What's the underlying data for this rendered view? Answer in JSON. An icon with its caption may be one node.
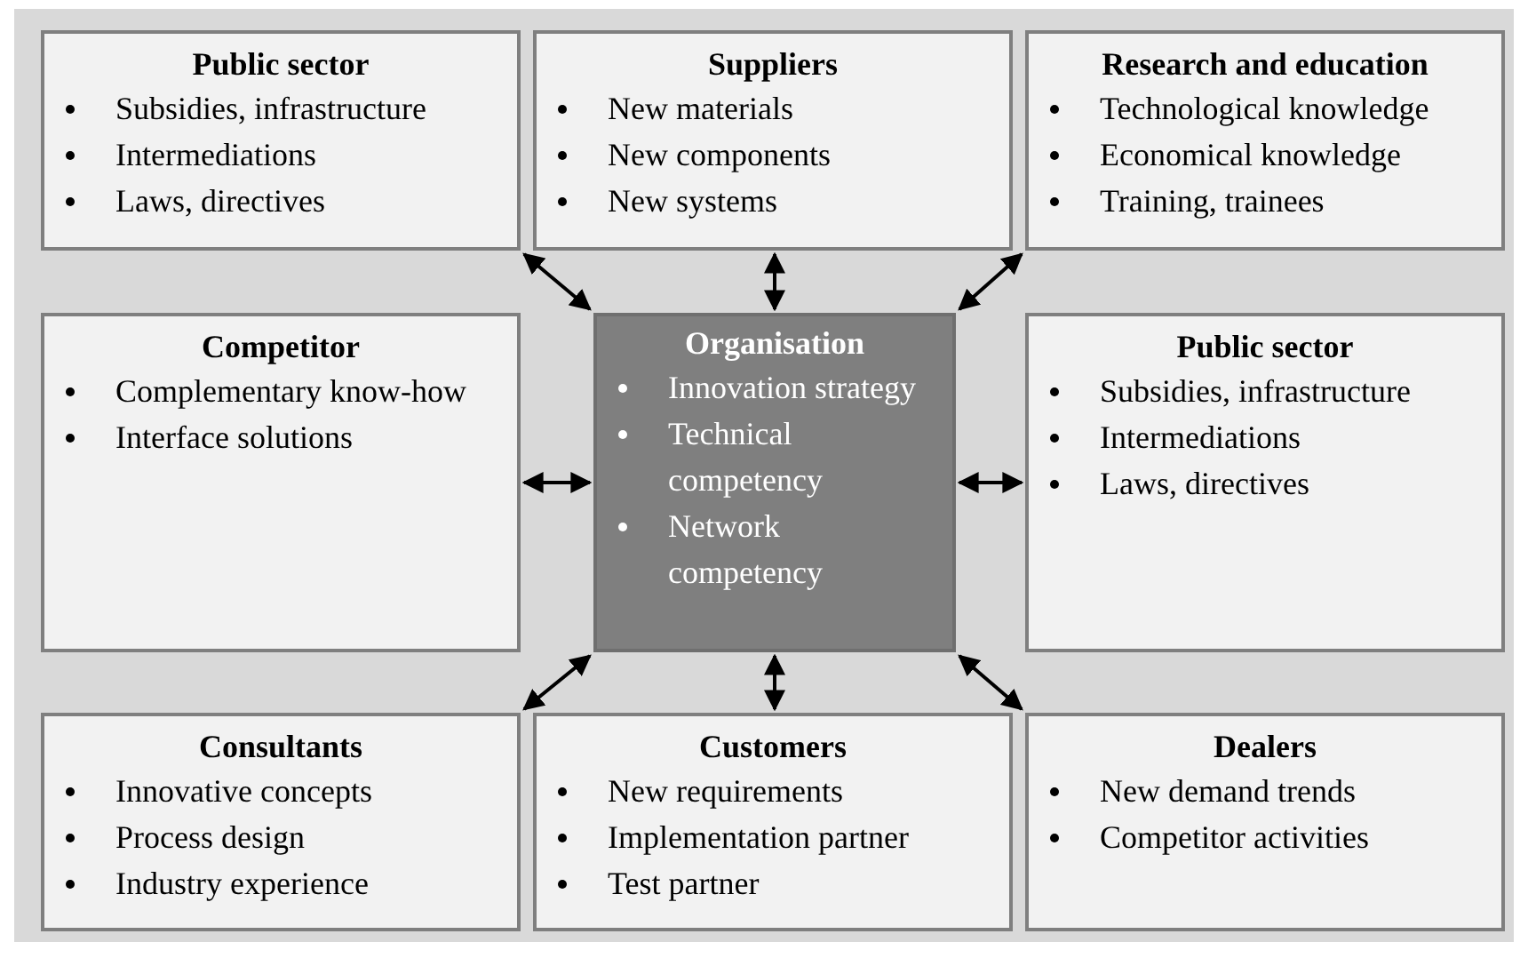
{
  "diagram": {
    "nodes": [
      {
        "text": [
          "Public sector",
          "Subsidies, infrastructure",
          "Intermediations",
          "Laws, directives"
        ]
      },
      {
        "text": [
          "Suppliers",
          "New materials",
          "New components",
          "New systems"
        ]
      },
      {
        "text": [
          "Research and education",
          "Technological knowledge",
          "Economical knowledge",
          "Training, trainees"
        ]
      },
      {
        "text": [
          "Competitor",
          "Complementary know-how",
          "Interface solutions"
        ]
      },
      {
        "text": [
          "Organisation",
          "Innovation strategy",
          "Technical competency",
          "Network competency"
        ]
      },
      {
        "text": [
          "Public sector",
          "Subsidies, infrastructure",
          "Intermediations",
          "Laws, directives"
        ]
      },
      {
        "text": [
          "Consultants",
          "Innovative concepts",
          "Process design",
          "Industry experience"
        ]
      },
      {
        "text": [
          "Customers",
          "New requirements",
          "Implementation partner",
          "Test partner"
        ]
      },
      {
        "text": [
          "Dealers",
          "New demand trends",
          "Competitor activities"
        ]
      }
    ],
    "edges": [
      {
        "from": 4,
        "to": 0,
        "arrow": "both"
      },
      {
        "from": 4,
        "to": 1,
        "arrow": "both"
      },
      {
        "from": 4,
        "to": 2,
        "arrow": "both"
      },
      {
        "from": 4,
        "to": 3,
        "arrow": "both"
      },
      {
        "from": 4,
        "to": 5,
        "arrow": "both"
      },
      {
        "from": 4,
        "to": 6,
        "arrow": "both"
      },
      {
        "from": 4,
        "to": 7,
        "arrow": "both"
      },
      {
        "from": 4,
        "to": 8,
        "arrow": "both"
      }
    ]
  }
}
